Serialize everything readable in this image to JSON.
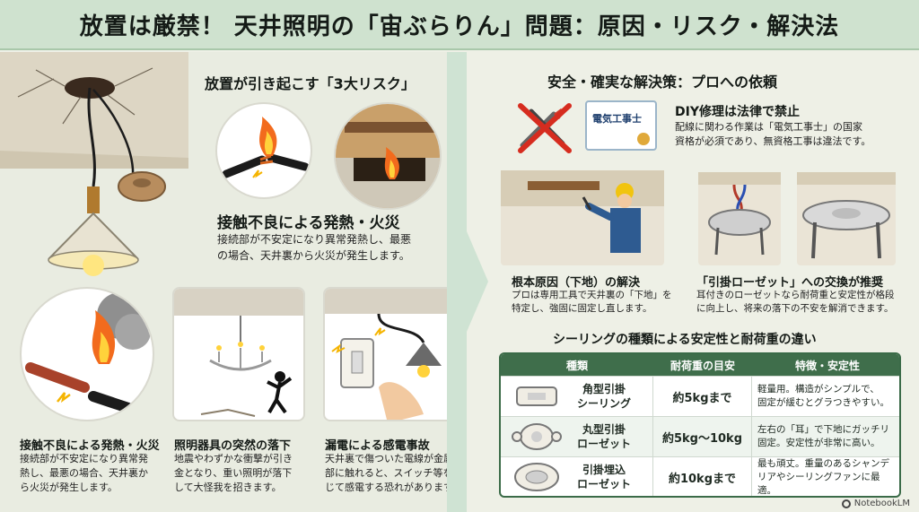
{
  "title": "放置は厳禁！ 天井照明の「宙ぶらりん」問題：原因・リスク・解決法",
  "left": {
    "section_title": "放置が引き起こす「3大リスク」",
    "main_risk": {
      "heading": "接触不良による発熱・火災",
      "body_lines": [
        "接続部が不安定になり異常発熱し、最悪",
        "の場合、天井裏から火災が発生します。"
      ]
    },
    "risks": [
      {
        "heading": "接触不良による発熱・火災",
        "body_lines": [
          "接続部が不安定になり異常発",
          "熱し、最悪の場合、天井裏か",
          "ら火災が発生します。"
        ]
      },
      {
        "heading": "照明器具の突然の落下",
        "body_lines": [
          "地震やわずかな衝撃が引き",
          "金となり、重い照明が落下",
          "して大怪我を招きます。"
        ]
      },
      {
        "heading": "漏電による感電事故",
        "body_lines": [
          "天井裏で傷ついた電線が金属",
          "部に触れると、スイッチ等を通",
          "じて感電する恐れがあります。"
        ]
      }
    ]
  },
  "right": {
    "section_title": "安全・確実な解決策：プロへの依頼",
    "license_label": "電気工事士",
    "diy": {
      "heading": "DIY修理は法律で禁止",
      "body_lines": [
        "配線に関わる作業は「電気工事士」の国家",
        "資格が必須であり、無資格工事は違法です。"
      ]
    },
    "solution1": {
      "heading": "根本原因（下地）の解決",
      "body_lines": [
        "プロは専用工具で天井裏の「下地」を",
        "特定し、強固に固定し直します。"
      ]
    },
    "solution2": {
      "heading": "「引掛ローゼット」への交換が推奨",
      "body_lines": [
        "耳付きのローゼットなら耐荷重と安定性が格段",
        "に向上し、将来の落下の不安を解消できます。"
      ]
    },
    "table_title": "シーリングの種類による安定性と耐荷重の違い",
    "table_headers": [
      "種類",
      "耐荷重の目安",
      "特徴・安定性"
    ],
    "table_rows": [
      {
        "type_lines": [
          "角型引掛",
          "シーリング"
        ],
        "load": "約5kgまで",
        "feature_lines": [
          "軽量用。構造がシンプルで、",
          "固定が緩むとグラつきやすい。"
        ]
      },
      {
        "type_lines": [
          "丸型引掛",
          "ローゼット"
        ],
        "load": "約5kg〜10kg",
        "feature_lines": [
          "左右の「耳」で下地にガッチリ",
          "固定。安定性が非常に高い。"
        ]
      },
      {
        "type_lines": [
          "引掛埋込",
          "ローゼット"
        ],
        "load": "約10kgまで",
        "feature_lines": [
          "最も頑丈。重量のあるシャンデ",
          "リアやシーリングファンに最適。"
        ]
      }
    ]
  },
  "watermark": "NotebookLM",
  "colors": {
    "title_bg": "#cfe2cf",
    "right_bg": "#cfe3d3",
    "table_header": "#3f6e4b",
    "fire": "#f26b1d"
  }
}
